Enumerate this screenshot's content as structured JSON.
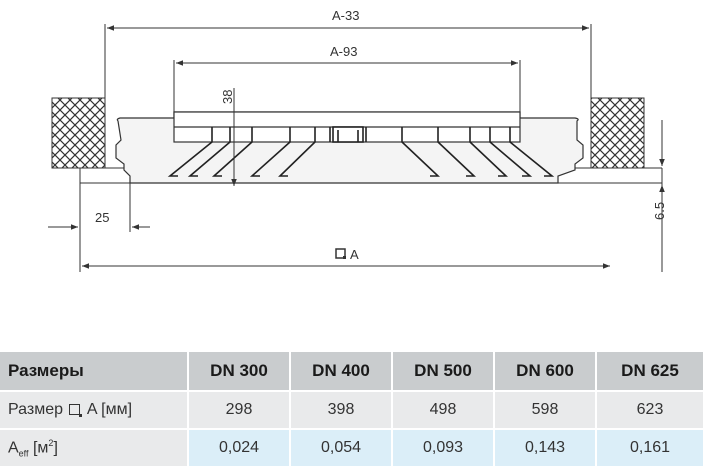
{
  "drawing": {
    "dims": {
      "a33": "A-33",
      "a93": "A-93",
      "h38": "38",
      "w25": "25",
      "h65": "6.5",
      "a_label": "A"
    }
  },
  "table": {
    "header": {
      "row_label": "Размеры",
      "cols": [
        "DN 300",
        "DN 400",
        "DN 500",
        "DN 600",
        "DN 625"
      ]
    },
    "rows": [
      {
        "label_pre": "Размер",
        "label_post": "A [мм]",
        "values": [
          "298",
          "398",
          "498",
          "598",
          "623"
        ]
      },
      {
        "label_a": "A",
        "label_sub": "eff",
        "label_unit": "[м",
        "label_sup": "2",
        "label_close": "]",
        "values": [
          "0,024",
          "0,054",
          "0,093",
          "0,143",
          "0,161"
        ]
      }
    ]
  },
  "colors": {
    "header_bg": "#c9ccce",
    "row1_bg": "#e9eaeb",
    "row2_bg": "#dbeef8"
  }
}
